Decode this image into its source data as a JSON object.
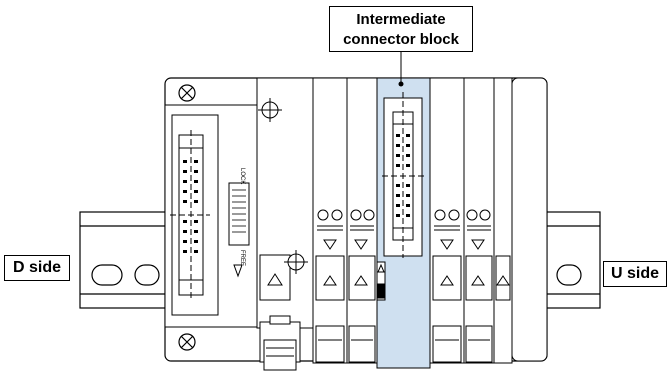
{
  "callout": {
    "line1": "Intermediate",
    "line2": "connector block"
  },
  "left_side_label": "D side",
  "right_side_label": "U side",
  "module_text": {
    "lock": "LOCK",
    "free": "FREE"
  },
  "colors": {
    "highlight": "#cfe0f0",
    "line": "#000000",
    "background": "#ffffff"
  }
}
